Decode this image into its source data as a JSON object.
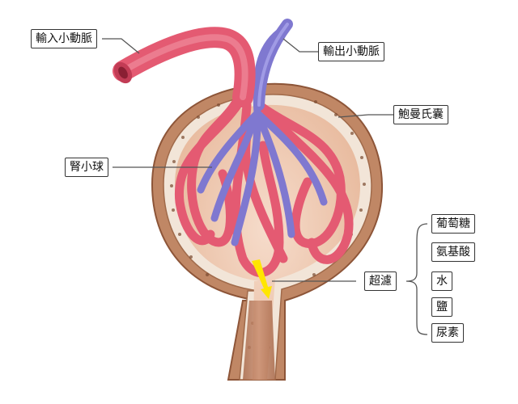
{
  "labels": {
    "afferent_arteriole": "輸入小動脈",
    "efferent_arteriole": "輸出小動脈",
    "bowmans_capsule": "鮑曼氏囊",
    "glomerulus": "腎小球",
    "filtration": "超濾"
  },
  "filtrate_items": [
    "葡萄糖",
    "氨基酸",
    "水",
    "鹽",
    "尿素"
  ],
  "colors": {
    "artery": "#e45a72",
    "vein": "#7f78d0",
    "capsule_wall": "#b98060",
    "filtration_arrow": "#ffe600"
  }
}
